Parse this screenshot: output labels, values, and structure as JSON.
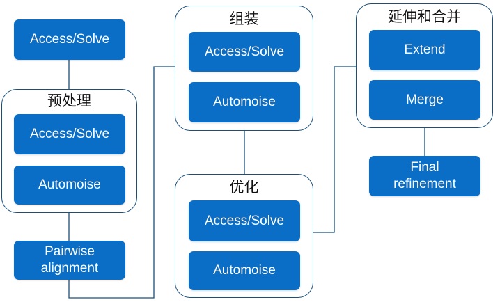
{
  "colors": {
    "box_fill": "#0a6ec6",
    "box_text": "#ffffff",
    "group_border": "#1a4f7a",
    "connector": "#1a4f7a"
  },
  "top_box": {
    "label": "Access/Solve"
  },
  "preprocess": {
    "title": "预处理",
    "box1": "Access/Solve",
    "box2": "Automoise"
  },
  "pairwise": {
    "line1": "Pairwise",
    "line2": "alignment"
  },
  "assemble": {
    "title": "组装",
    "box1": "Access/Solve",
    "box2": "Automoise"
  },
  "optimize": {
    "title": "优化",
    "box1": "Access/Solve",
    "box2": "Automoise"
  },
  "extend_merge": {
    "title": "延伸和合并",
    "box1": "Extend",
    "box2": "Merge"
  },
  "final": {
    "line1": "Final",
    "line2": "refinement"
  }
}
